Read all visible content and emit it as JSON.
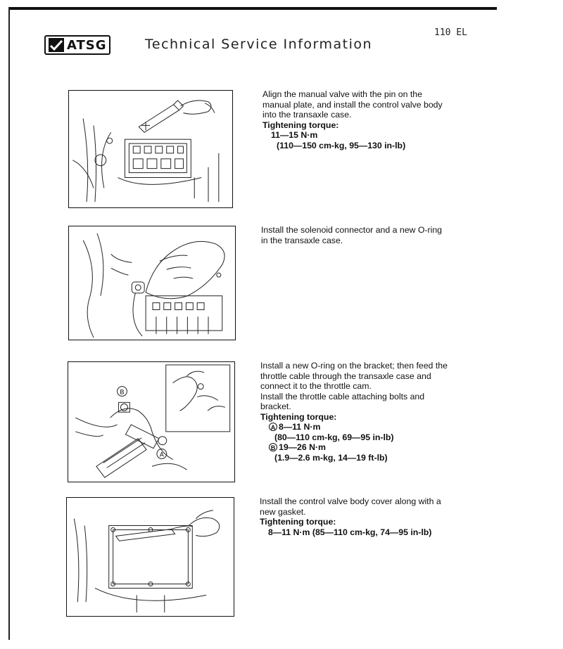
{
  "header": {
    "logo_text": "ATSG",
    "title": "Technical Service Information",
    "page_number": "110 EL"
  },
  "steps": [
    {
      "instruction": "Align the manual valve with the pin on the manual plate, and install the control valve body into the transaxle case.",
      "torque_heading": "Tightening torque:",
      "torque_lines": [
        "11—15 N·m",
        "(110—150 cm-kg, 95—130 in-lb)"
      ]
    },
    {
      "instruction": "Install the solenoid connector and a new O-ring in the transaxle case."
    },
    {
      "instruction": "Install a new O-ring on the bracket; then feed the throttle cable through the transaxle case and connect it to the throttle cam.",
      "instruction2": "Install the throttle cable attaching bolts and bracket.",
      "torque_heading": "Tightening torque:",
      "torque_a_marker": "A",
      "torque_a": "8—11 N·m",
      "torque_a_detail": "(80—110 cm-kg, 69—95 in-lb)",
      "torque_b_marker": "B",
      "torque_b": "19—26 N·m",
      "torque_b_detail": "(1.9—2.6 m-kg, 14—19 ft-lb)",
      "fig_label_a": "A",
      "fig_label_b": "B"
    },
    {
      "instruction": "Install the control valve body cover along with a new gasket.",
      "torque_heading": "Tightening torque:",
      "torque_lines": [
        "8—11 N·m (85—110 cm-kg, 74—95 in-lb)"
      ]
    }
  ]
}
